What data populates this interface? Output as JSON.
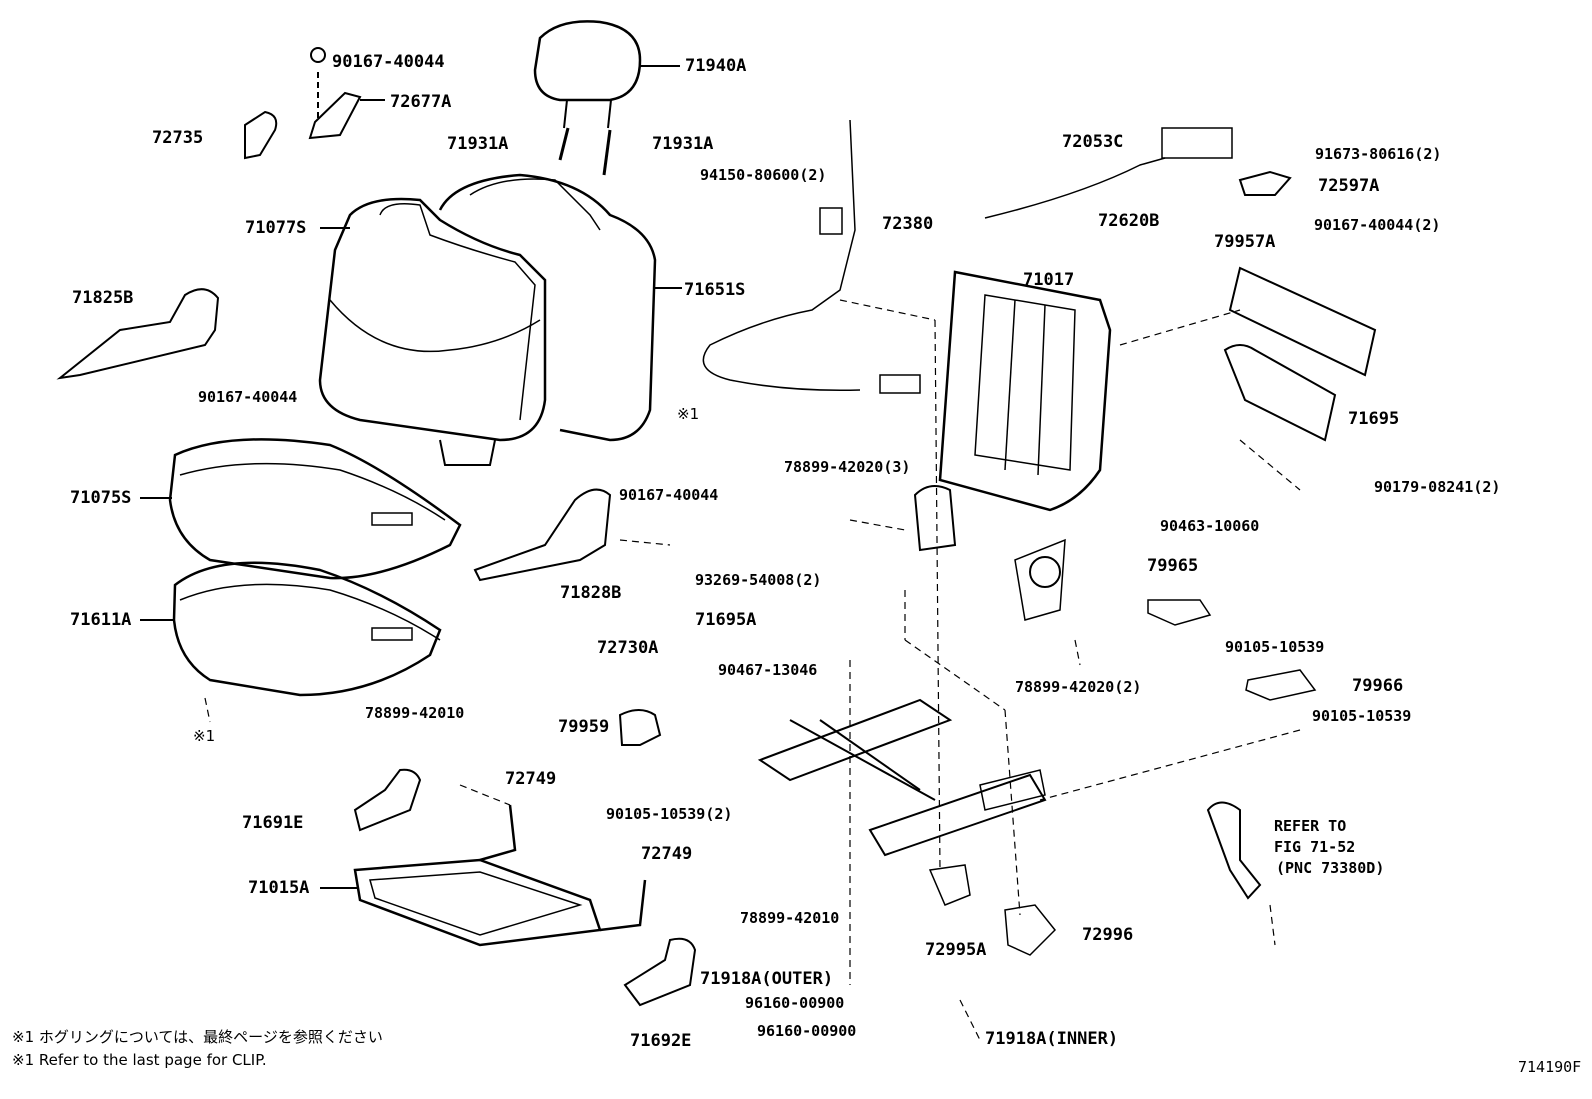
{
  "labels": {
    "p90167_40044_top": "90167-40044",
    "p72677A": "72677A",
    "p72735": "72735",
    "p71940A": "71940A",
    "p71931A_left": "71931A",
    "p71931A_right": "71931A",
    "p94150_80600": "94150-80600(2)",
    "p72380": "72380",
    "p71077S": "71077S",
    "p71651S": "71651S",
    "p71825B": "71825B",
    "p90167_40044_left": "90167-40044",
    "clip_note_1": "※1",
    "p71075S": "71075S",
    "p71611A": "71611A",
    "clip_note_2": "※1",
    "p90167_40044_mid": "90167-40044",
    "p71828B": "71828B",
    "p72053C": "72053C",
    "p91673_80616": "91673-80616(2)",
    "p72597A": "72597A",
    "p72620B": "72620B",
    "p90167_40044_right": "90167-40044(2)",
    "p79957A": "79957A",
    "p71017": "71017",
    "p71695": "71695",
    "p78899_42020_3": "78899-42020(3)",
    "p90179_08241": "90179-08241(2)",
    "p90463_10060": "90463-10060",
    "p79965": "79965",
    "p93269_54008": "93269-54008(2)",
    "p71695A": "71695A",
    "p72730A": "72730A",
    "p90105_10539_a": "90105-10539",
    "p90467_13046": "90467-13046",
    "p78899_42020_2": "78899-42020(2)",
    "p79966": "79966",
    "p90105_10539_b": "90105-10539",
    "p78899_42010_top": "78899-42010",
    "p79959": "79959",
    "p72749_top": "72749",
    "p90105_10539_2": "90105-10539(2)",
    "p71691E": "71691E",
    "refer_1": "REFER TO",
    "refer_2": "FIG 71-52",
    "refer_3": "(PNC 73380D)",
    "p72749_bottom": "72749",
    "p71015A": "71015A",
    "p78899_42010_bottom": "78899-42010",
    "p72995A": "72995A",
    "p72996": "72996",
    "p71918A_outer": "71918A(OUTER)",
    "p96160_00900_a": "96160-00900",
    "p96160_00900_b": "96160-00900",
    "p71692E": "71692E",
    "p71918A_inner": "71918A(INNER)"
  },
  "footer": {
    "note_jp": "※1  ホグリングについては、最終ページを参照ください",
    "note_en": "※1  Refer to the last page for CLIP.",
    "figure_code": "714190F"
  }
}
